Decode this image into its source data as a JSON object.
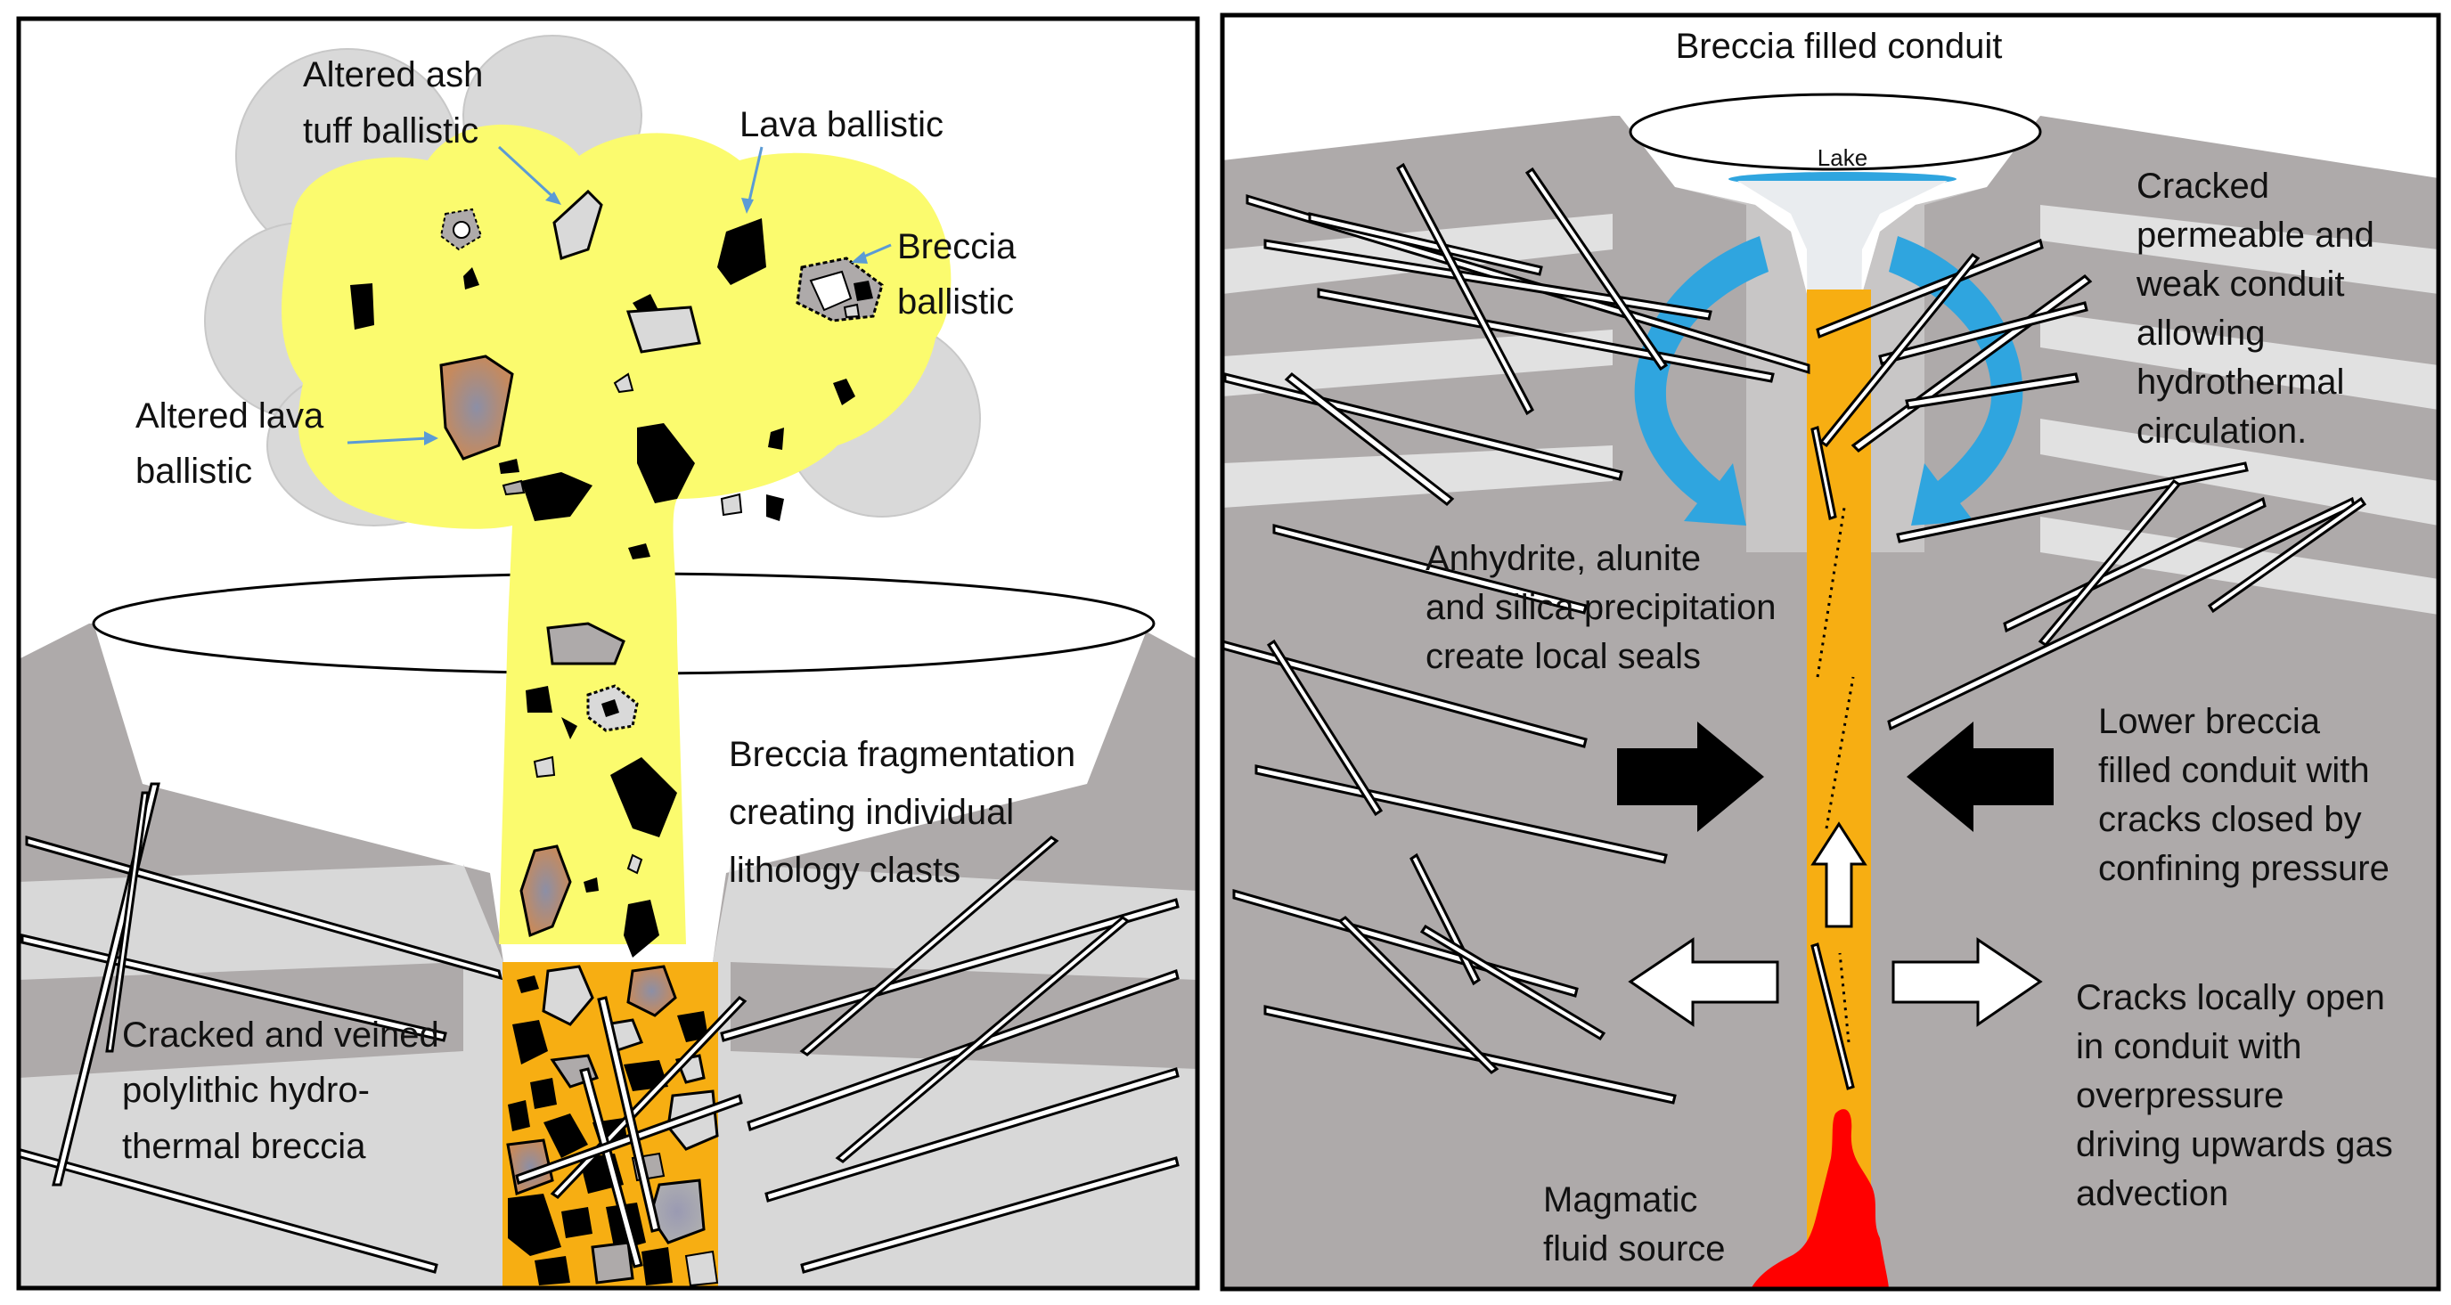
{
  "left_panel": {
    "labels": {
      "ash_tuff": [
        "Altered ash",
        "tuff ballistic"
      ],
      "lava": "Lava ballistic",
      "breccia": [
        "Breccia",
        "ballistic"
      ],
      "altered_lava": [
        "Altered lava",
        "ballistic"
      ],
      "fragmentation": [
        "Breccia fragmentation",
        "creating individual",
        "lithology clasts"
      ],
      "cracked": [
        "Cracked and veined",
        "polylithic hydro-",
        "thermal breccia"
      ]
    }
  },
  "right_panel": {
    "title": "Breccia filled conduit",
    "lake": "Lake",
    "labels": {
      "cracked_permeable": [
        "Cracked",
        "permeable and",
        "weak conduit",
        "allowing",
        "hydrothermal",
        "circulation."
      ],
      "anhydrite": [
        "Anhydrite, alunite",
        "and silica precipitation",
        "create local seals"
      ],
      "lower_breccia": [
        "Lower breccia",
        "filled conduit with",
        "cracks closed by",
        "confining pressure"
      ],
      "cracks_open": [
        "Cracks locally open",
        "in conduit with",
        "overpressure",
        "driving upwards gas",
        "advection"
      ],
      "magmatic": [
        "Magmatic",
        "fluid source"
      ]
    }
  },
  "colors": {
    "plume_yellow": "#fbfb6e",
    "conduit_orange": "#f7ae12",
    "rock_gray": "#aeaaaa",
    "light_gray": "#d8d8d8",
    "clast_black": "#000000",
    "lake_blue": "#2fa5df",
    "magma_red": "#ff0000",
    "altered_brown": "#c58a5e"
  }
}
